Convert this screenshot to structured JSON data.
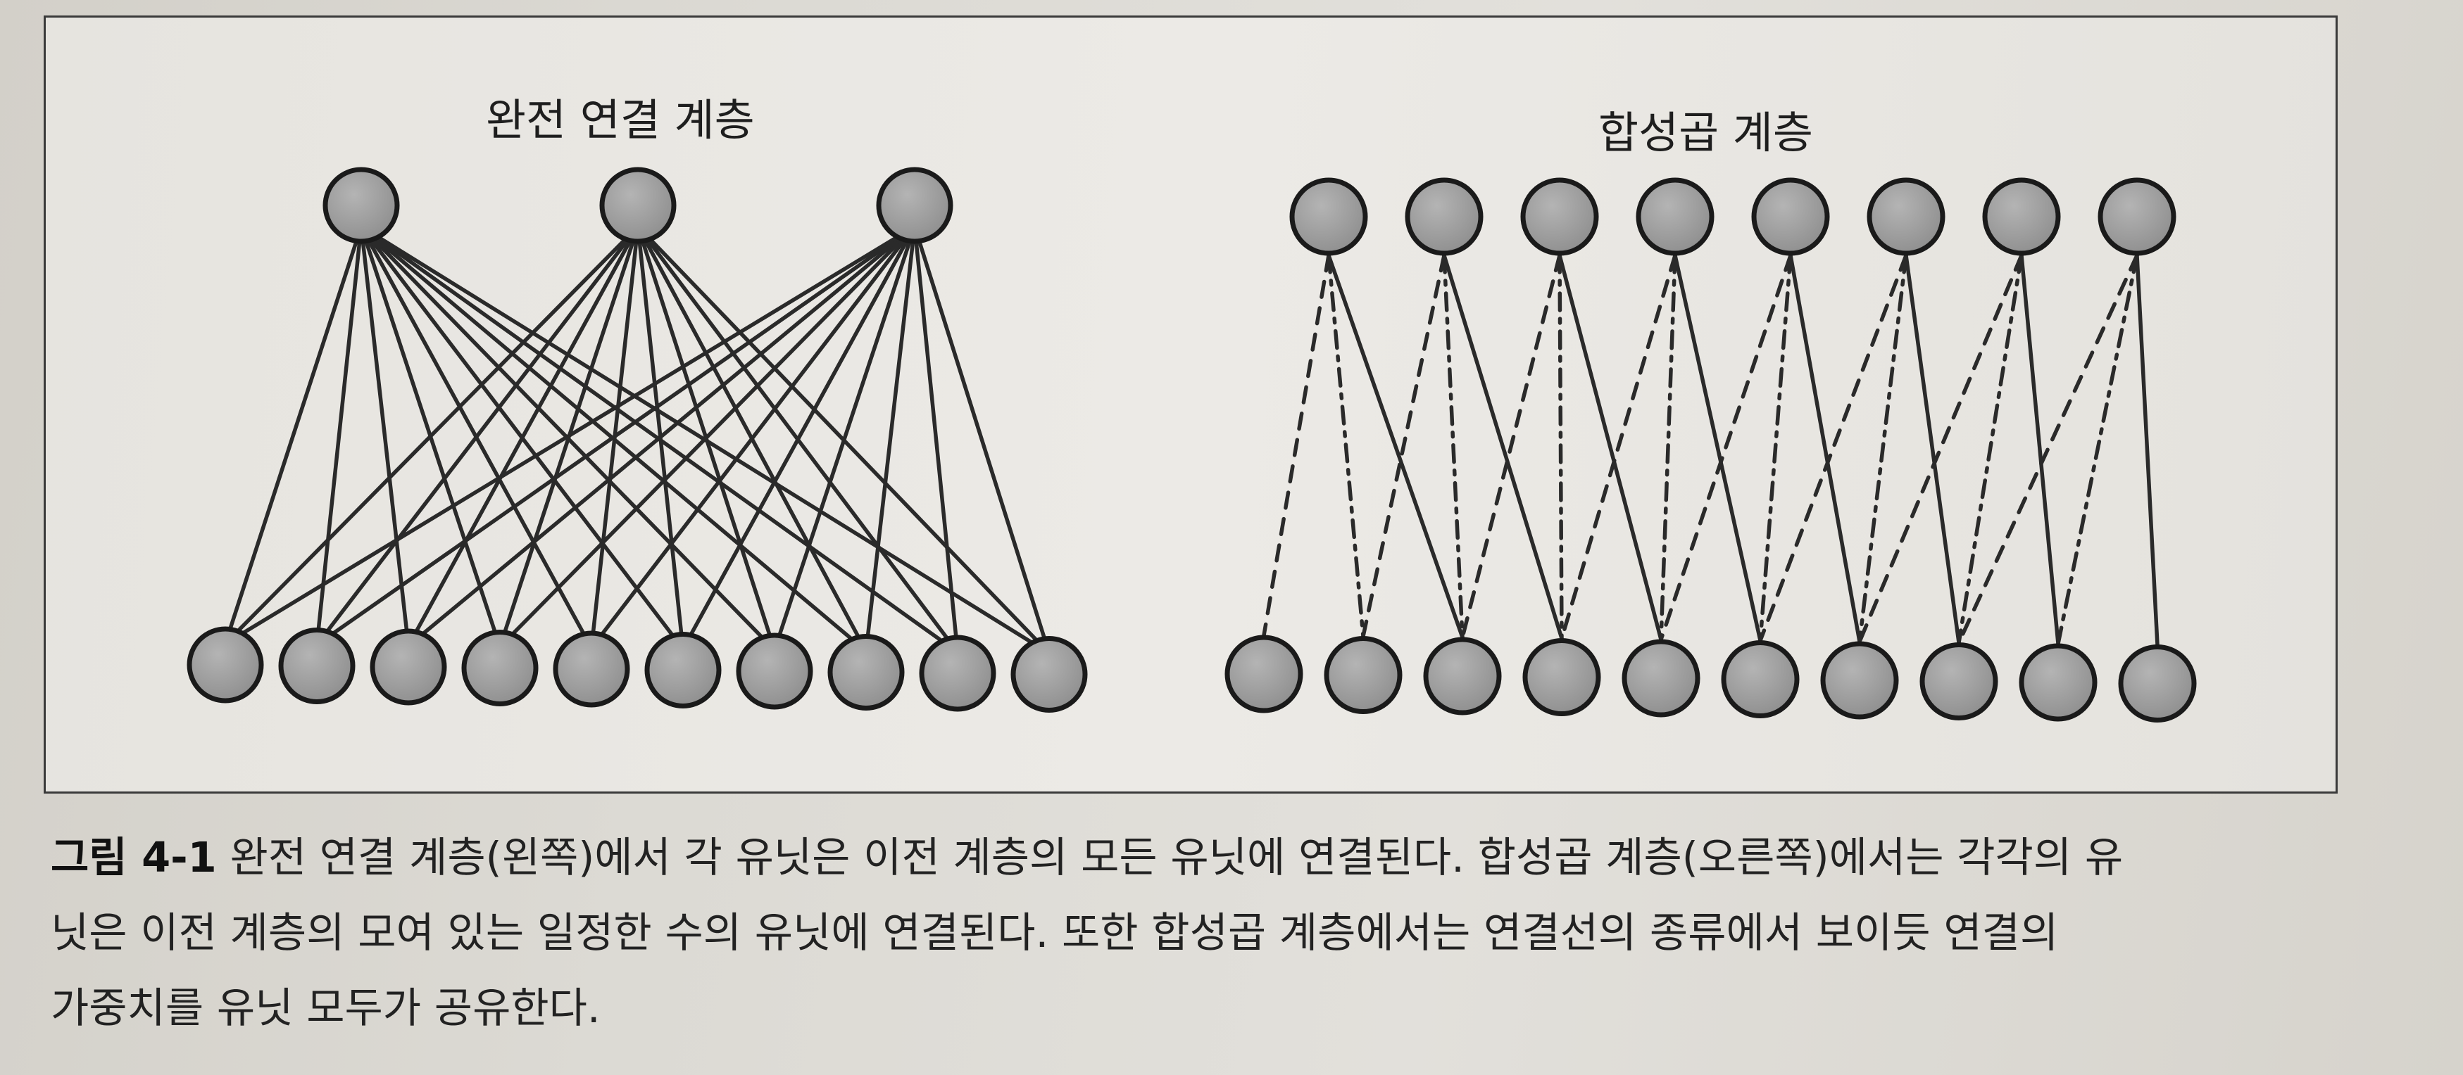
{
  "figure": {
    "fully_connected_title": "완전 연결 계층",
    "convolutional_title": "합성곱 계층",
    "fully_connected": {
      "top_units": 3,
      "bottom_units": 10,
      "connection": "all-to-all"
    },
    "convolutional": {
      "top_units": 8,
      "bottom_units": 10,
      "kernel_size": 3,
      "edge_styles": [
        "dashed",
        "dashdot",
        "solid"
      ]
    },
    "colors": {
      "node_fill": "#9b9b9b",
      "node_stroke": "#1a1a1a",
      "edge": "#2a2a2a"
    }
  },
  "caption": {
    "label": "그림 4-1",
    "line1": " 완전 연결 계층(왼쪽)에서 각 유닛은 이전 계층의 모든 유닛에 연결된다. 합성곱 계층(오른쪽)에서는 각각의 유",
    "line2": "닛은 이전 계층의 모여 있는 일정한 수의 유닛에 연결된다. 또한 합성곱 계층에서는 연결선의 종류에서 보이듯 연결의",
    "line3": "가중치를 유닛 모두가 공유한다."
  }
}
